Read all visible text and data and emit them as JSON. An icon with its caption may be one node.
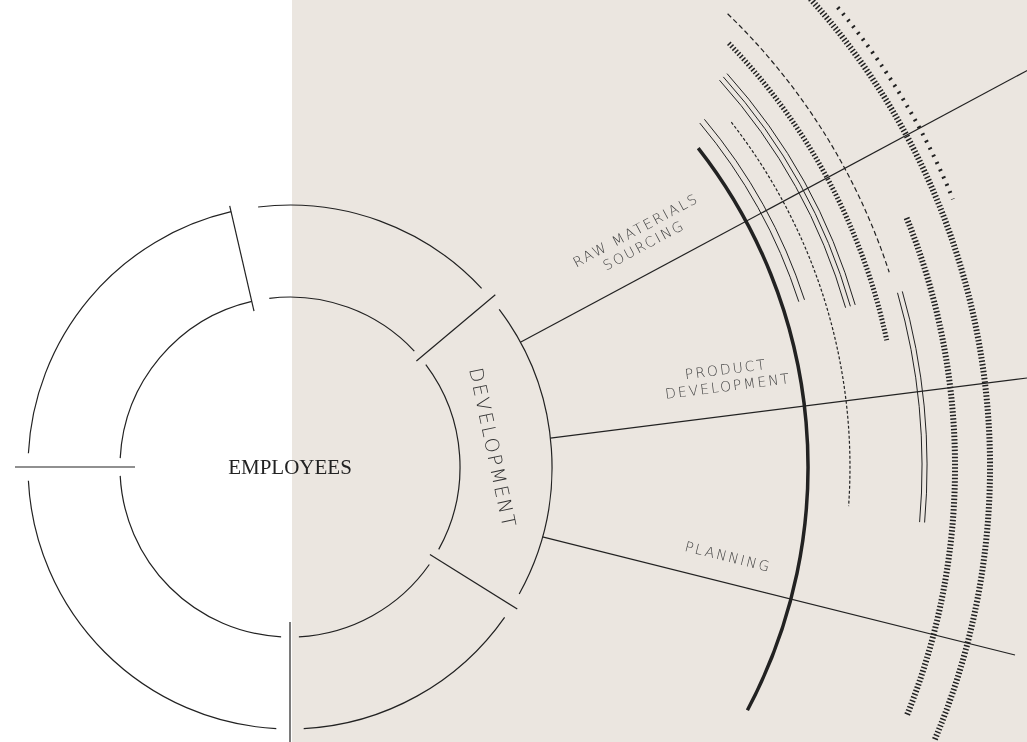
{
  "diagram": {
    "nodes": [
      {
        "text": [
          "EMPLOYEES"
        ]
      },
      {
        "text": [
          "DEVELOPMENT"
        ]
      }
    ],
    "edges": [
      {
        "from": 1,
        "to": null,
        "arrow": "none",
        "label": "RAW MATERIALS SOURCING"
      },
      {
        "from": 1,
        "to": null,
        "arrow": "none",
        "label": "PRODUCT DEVELOPMENT"
      },
      {
        "from": 1,
        "to": null,
        "arrow": "none",
        "label": "PLANNING"
      }
    ]
  }
}
